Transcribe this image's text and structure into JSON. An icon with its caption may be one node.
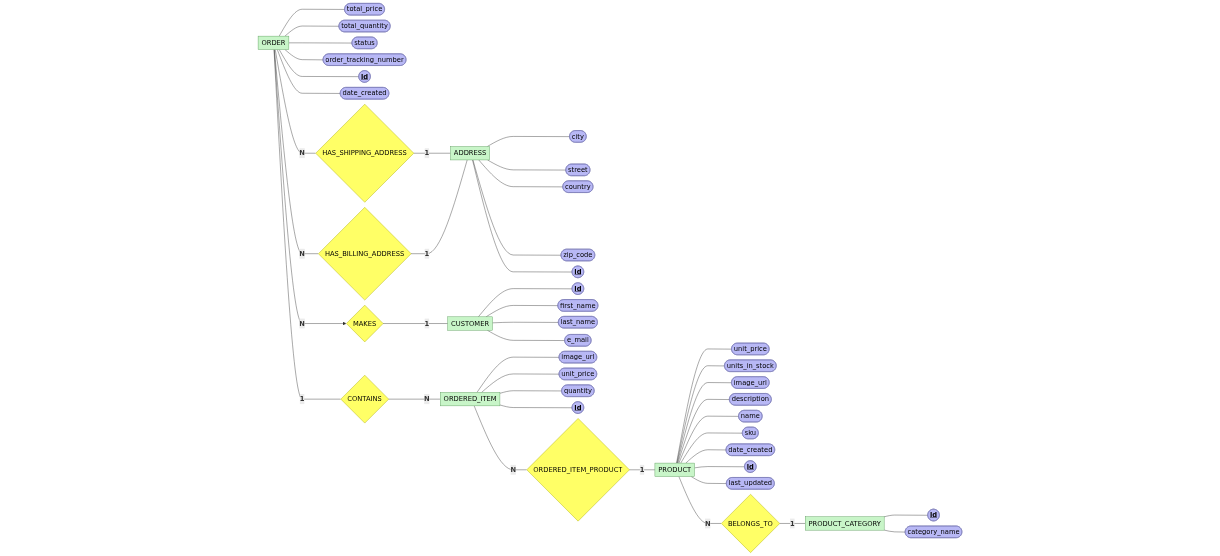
{
  "diagram": {
    "nodes": [
      {
        "text": [
          "ORDER"
        ]
      },
      {
        "text": [
          "total_price"
        ]
      },
      {
        "text": [
          "total_quantity"
        ]
      },
      {
        "text": [
          "status"
        ]
      },
      {
        "text": [
          "order_tracking_number"
        ]
      },
      {
        "text": [
          "id"
        ]
      },
      {
        "text": [
          "date_created"
        ]
      },
      {
        "text": [
          "HAS_SHIPPING_ADDRESS"
        ]
      },
      {
        "text": [
          "HAS_BILLING_ADDRESS"
        ]
      },
      {
        "text": [
          "ADDRESS"
        ]
      },
      {
        "text": [
          "city"
        ]
      },
      {
        "text": [
          "street"
        ]
      },
      {
        "text": [
          "country"
        ]
      },
      {
        "text": [
          "zip_code"
        ]
      },
      {
        "text": [
          "id"
        ]
      },
      {
        "text": [
          "MAKES"
        ]
      },
      {
        "text": [
          "CUSTOMER"
        ]
      },
      {
        "text": [
          "id"
        ]
      },
      {
        "text": [
          "first_name"
        ]
      },
      {
        "text": [
          "last_name"
        ]
      },
      {
        "text": [
          "e_mail"
        ]
      },
      {
        "text": [
          "CONTAINS"
        ]
      },
      {
        "text": [
          "ORDERED_ITEM"
        ]
      },
      {
        "text": [
          "image_url"
        ]
      },
      {
        "text": [
          "unit_price"
        ]
      },
      {
        "text": [
          "quantity"
        ]
      },
      {
        "text": [
          "id"
        ]
      },
      {
        "text": [
          "ORDERED_ITEM_PRODUCT"
        ]
      },
      {
        "text": [
          "PRODUCT"
        ]
      },
      {
        "text": [
          "unit_price"
        ]
      },
      {
        "text": [
          "units_in_stock"
        ]
      },
      {
        "text": [
          "image_url"
        ]
      },
      {
        "text": [
          "description"
        ]
      },
      {
        "text": [
          "name"
        ]
      },
      {
        "text": [
          "sku"
        ]
      },
      {
        "text": [
          "date_created"
        ]
      },
      {
        "text": [
          "id"
        ]
      },
      {
        "text": [
          "last_updated"
        ]
      },
      {
        "text": [
          "BELONGS_TO"
        ]
      },
      {
        "text": [
          "PRODUCT_CATEGORY"
        ]
      },
      {
        "text": [
          "id"
        ]
      },
      {
        "text": [
          "category_name"
        ]
      }
    ],
    "edges": [
      {
        "from": 0,
        "to": 1,
        "arrow": "none"
      },
      {
        "from": 0,
        "to": 2,
        "arrow": "none"
      },
      {
        "from": 0,
        "to": 3,
        "arrow": "none"
      },
      {
        "from": 0,
        "to": 4,
        "arrow": "none"
      },
      {
        "from": 0,
        "to": 5,
        "arrow": "none"
      },
      {
        "from": 0,
        "to": 6,
        "arrow": "none"
      },
      {
        "from": 0,
        "to": 7,
        "arrow": "none",
        "label": "N"
      },
      {
        "from": 7,
        "to": 9,
        "arrow": "none",
        "label": "1"
      },
      {
        "from": 0,
        "to": 8,
        "arrow": "none",
        "label": "N"
      },
      {
        "from": 8,
        "to": 9,
        "arrow": "none",
        "label": "1"
      },
      {
        "from": 9,
        "to": 10,
        "arrow": "none"
      },
      {
        "from": 9,
        "to": 11,
        "arrow": "none"
      },
      {
        "from": 9,
        "to": 12,
        "arrow": "none"
      },
      {
        "from": 9,
        "to": 13,
        "arrow": "none"
      },
      {
        "from": 9,
        "to": 14,
        "arrow": "none"
      },
      {
        "from": 0,
        "to": 15,
        "arrow": "to",
        "label": "N"
      },
      {
        "from": 15,
        "to": 16,
        "arrow": "none",
        "label": "1"
      },
      {
        "from": 16,
        "to": 17,
        "arrow": "none"
      },
      {
        "from": 16,
        "to": 18,
        "arrow": "none"
      },
      {
        "from": 16,
        "to": 19,
        "arrow": "none"
      },
      {
        "from": 16,
        "to": 20,
        "arrow": "none"
      },
      {
        "from": 0,
        "to": 21,
        "arrow": "none",
        "label": "1"
      },
      {
        "from": 21,
        "to": 22,
        "arrow": "none",
        "label": "N"
      },
      {
        "from": 22,
        "to": 23,
        "arrow": "none"
      },
      {
        "from": 22,
        "to": 24,
        "arrow": "none"
      },
      {
        "from": 22,
        "to": 25,
        "arrow": "none"
      },
      {
        "from": 22,
        "to": 26,
        "arrow": "none"
      },
      {
        "from": 22,
        "to": 27,
        "arrow": "none",
        "label": "N"
      },
      {
        "from": 27,
        "to": 28,
        "arrow": "none",
        "label": "1"
      },
      {
        "from": 28,
        "to": 29,
        "arrow": "none"
      },
      {
        "from": 28,
        "to": 30,
        "arrow": "none"
      },
      {
        "from": 28,
        "to": 31,
        "arrow": "none"
      },
      {
        "from": 28,
        "to": 32,
        "arrow": "none"
      },
      {
        "from": 28,
        "to": 33,
        "arrow": "none"
      },
      {
        "from": 28,
        "to": 34,
        "arrow": "none"
      },
      {
        "from": 28,
        "to": 35,
        "arrow": "none"
      },
      {
        "from": 28,
        "to": 36,
        "arrow": "none"
      },
      {
        "from": 28,
        "to": 37,
        "arrow": "none"
      },
      {
        "from": 28,
        "to": 38,
        "arrow": "none",
        "label": "N"
      },
      {
        "from": 38,
        "to": 39,
        "arrow": "none",
        "label": "1"
      },
      {
        "from": 39,
        "to": 40,
        "arrow": "none"
      },
      {
        "from": 39,
        "to": 41,
        "arrow": "none"
      }
    ]
  }
}
